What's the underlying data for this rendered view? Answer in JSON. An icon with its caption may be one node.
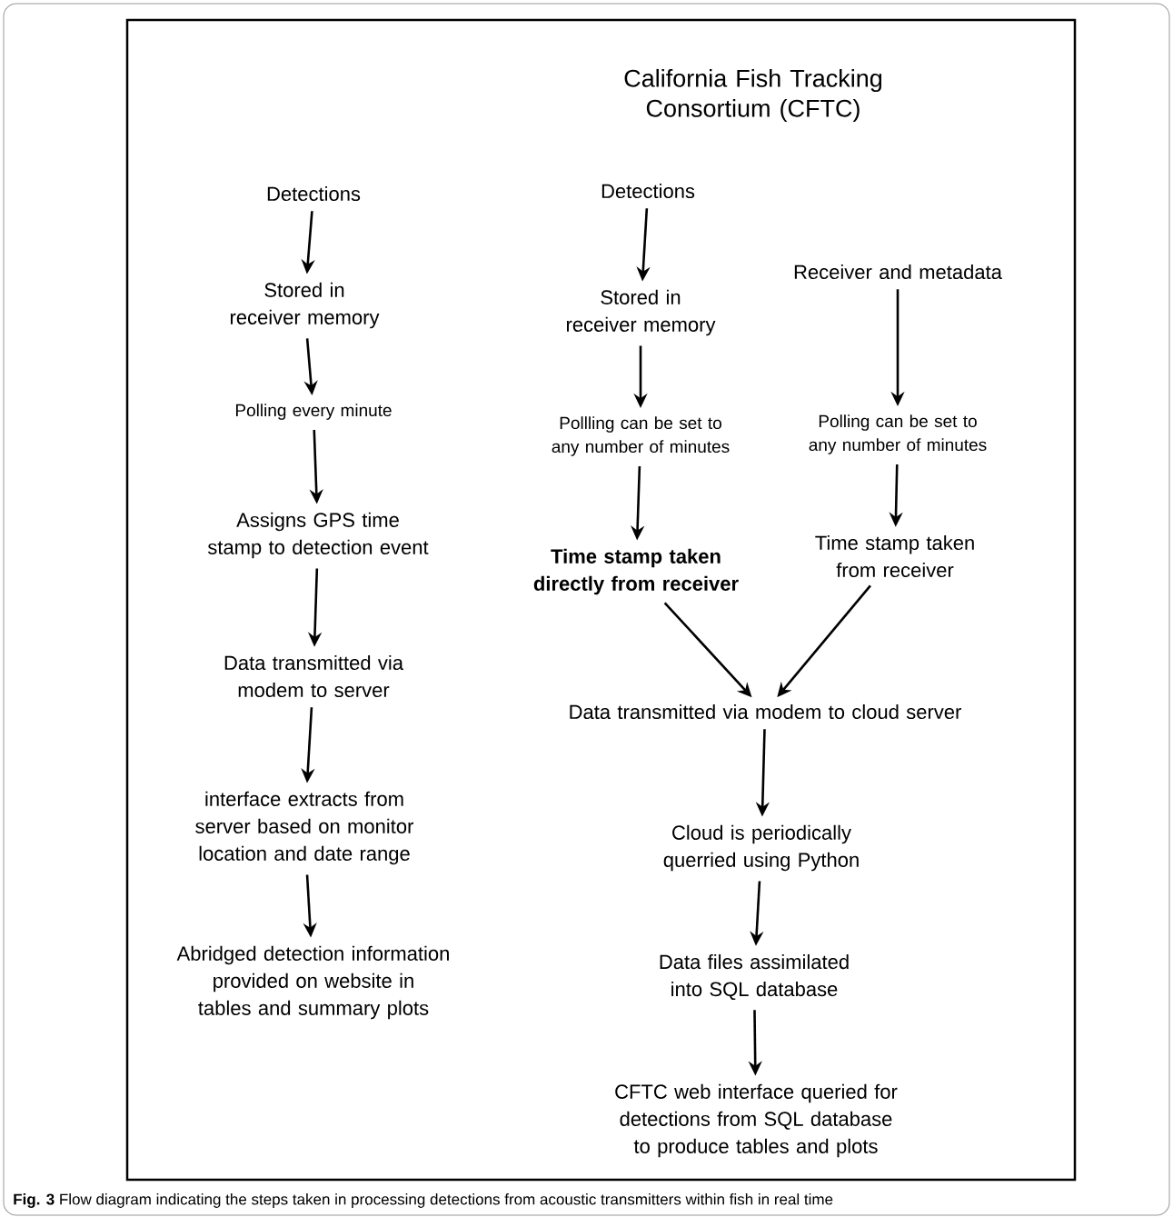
{
  "diagram": {
    "caption": "**Fig. 3** Flow diagram indicating the steps taken in processing detections from acoustic transmitters within fish in real time",
    "nodes": [
      {
        "text": [
          "Detections"
        ]
      },
      {
        "text": [
          "Stored in receiver memory"
        ]
      },
      {
        "text": [
          "Polling every minute"
        ]
      },
      {
        "text": [
          "Assigns GPS time stamp to detection event"
        ]
      },
      {
        "text": [
          "Data transmitted via modem to server"
        ]
      },
      {
        "text": [
          "interface extracts from server based on monitor location and date range"
        ]
      },
      {
        "text": [
          "Abridged detection information provided on website in tables and summary plots"
        ]
      },
      {
        "text": [
          "Detections"
        ]
      },
      {
        "text": [
          "Receiver and metadata"
        ]
      },
      {
        "text": [
          "Stored in receiver memory"
        ]
      },
      {
        "text": [
          "Pollling can be set to any number of minutes"
        ]
      },
      {
        "text": [
          "Polling can be set to any number of minutes"
        ]
      },
      {
        "text": [
          "Time stamp taken directly from receiver"
        ]
      },
      {
        "text": [
          "Time stamp taken from receiver"
        ]
      },
      {
        "text": [
          "Data transmitted via modem to cloud server"
        ]
      },
      {
        "text": [
          "Cloud is periodically querried using Python"
        ]
      },
      {
        "text": [
          "Data files assimilated into SQL database"
        ]
      },
      {
        "text": [
          "CFTC web interface queried for detections from SQL database to produce tables and plots"
        ]
      }
    ],
    "edges": [
      {
        "from": 0,
        "to": 1,
        "arrow": "to"
      },
      {
        "from": 1,
        "to": 2,
        "arrow": "to"
      },
      {
        "from": 2,
        "to": 3,
        "arrow": "to"
      },
      {
        "from": 3,
        "to": 4,
        "arrow": "to"
      },
      {
        "from": 4,
        "to": 5,
        "arrow": "to"
      },
      {
        "from": 5,
        "to": 6,
        "arrow": "to"
      },
      {
        "from": 7,
        "to": 9,
        "arrow": "to"
      },
      {
        "from": 9,
        "to": 10,
        "arrow": "to"
      },
      {
        "from": 10,
        "to": 12,
        "arrow": "to"
      },
      {
        "from": 8,
        "to": 11,
        "arrow": "to"
      },
      {
        "from": 11,
        "to": 13,
        "arrow": "to"
      },
      {
        "from": 12,
        "to": 14,
        "arrow": "to"
      },
      {
        "from": 13,
        "to": 14,
        "arrow": "to"
      },
      {
        "from": 14,
        "to": 15,
        "arrow": "to"
      },
      {
        "from": 15,
        "to": 16,
        "arrow": "to"
      },
      {
        "from": 16,
        "to": 17,
        "arrow": "to"
      }
    ],
    "labels": [
      "California Fish Tracking Consortium (CFTC)"
    ]
  }
}
